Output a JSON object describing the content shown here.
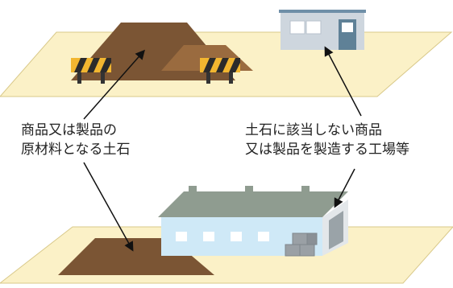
{
  "captions": {
    "left": {
      "line1": "商品又は製品の",
      "line2": "原材料となる土石"
    },
    "right": {
      "line1": "土石に該当しない商品",
      "line2": "又は製品を製造する工場等"
    }
  },
  "colors": {
    "ground": "#fbf1c7",
    "ground_border": "#d9c98a",
    "soil_dark": "#7b5534",
    "soil_light": "#9a6b3f",
    "office_wall": "#ced6de",
    "office_roof": "#6f8fa8",
    "door": "#5f8197",
    "factory_roof": "#8f9c90",
    "factory_wall": "#cfe9f7",
    "factory_side": "#e3e7ea",
    "shutter": "#9aa3a8",
    "boxes": "#9aa0a5",
    "barrier_stripe_dark": "#2b2b2b",
    "barrier_stripe_light": "#f2b630",
    "arrow": "#111111"
  }
}
